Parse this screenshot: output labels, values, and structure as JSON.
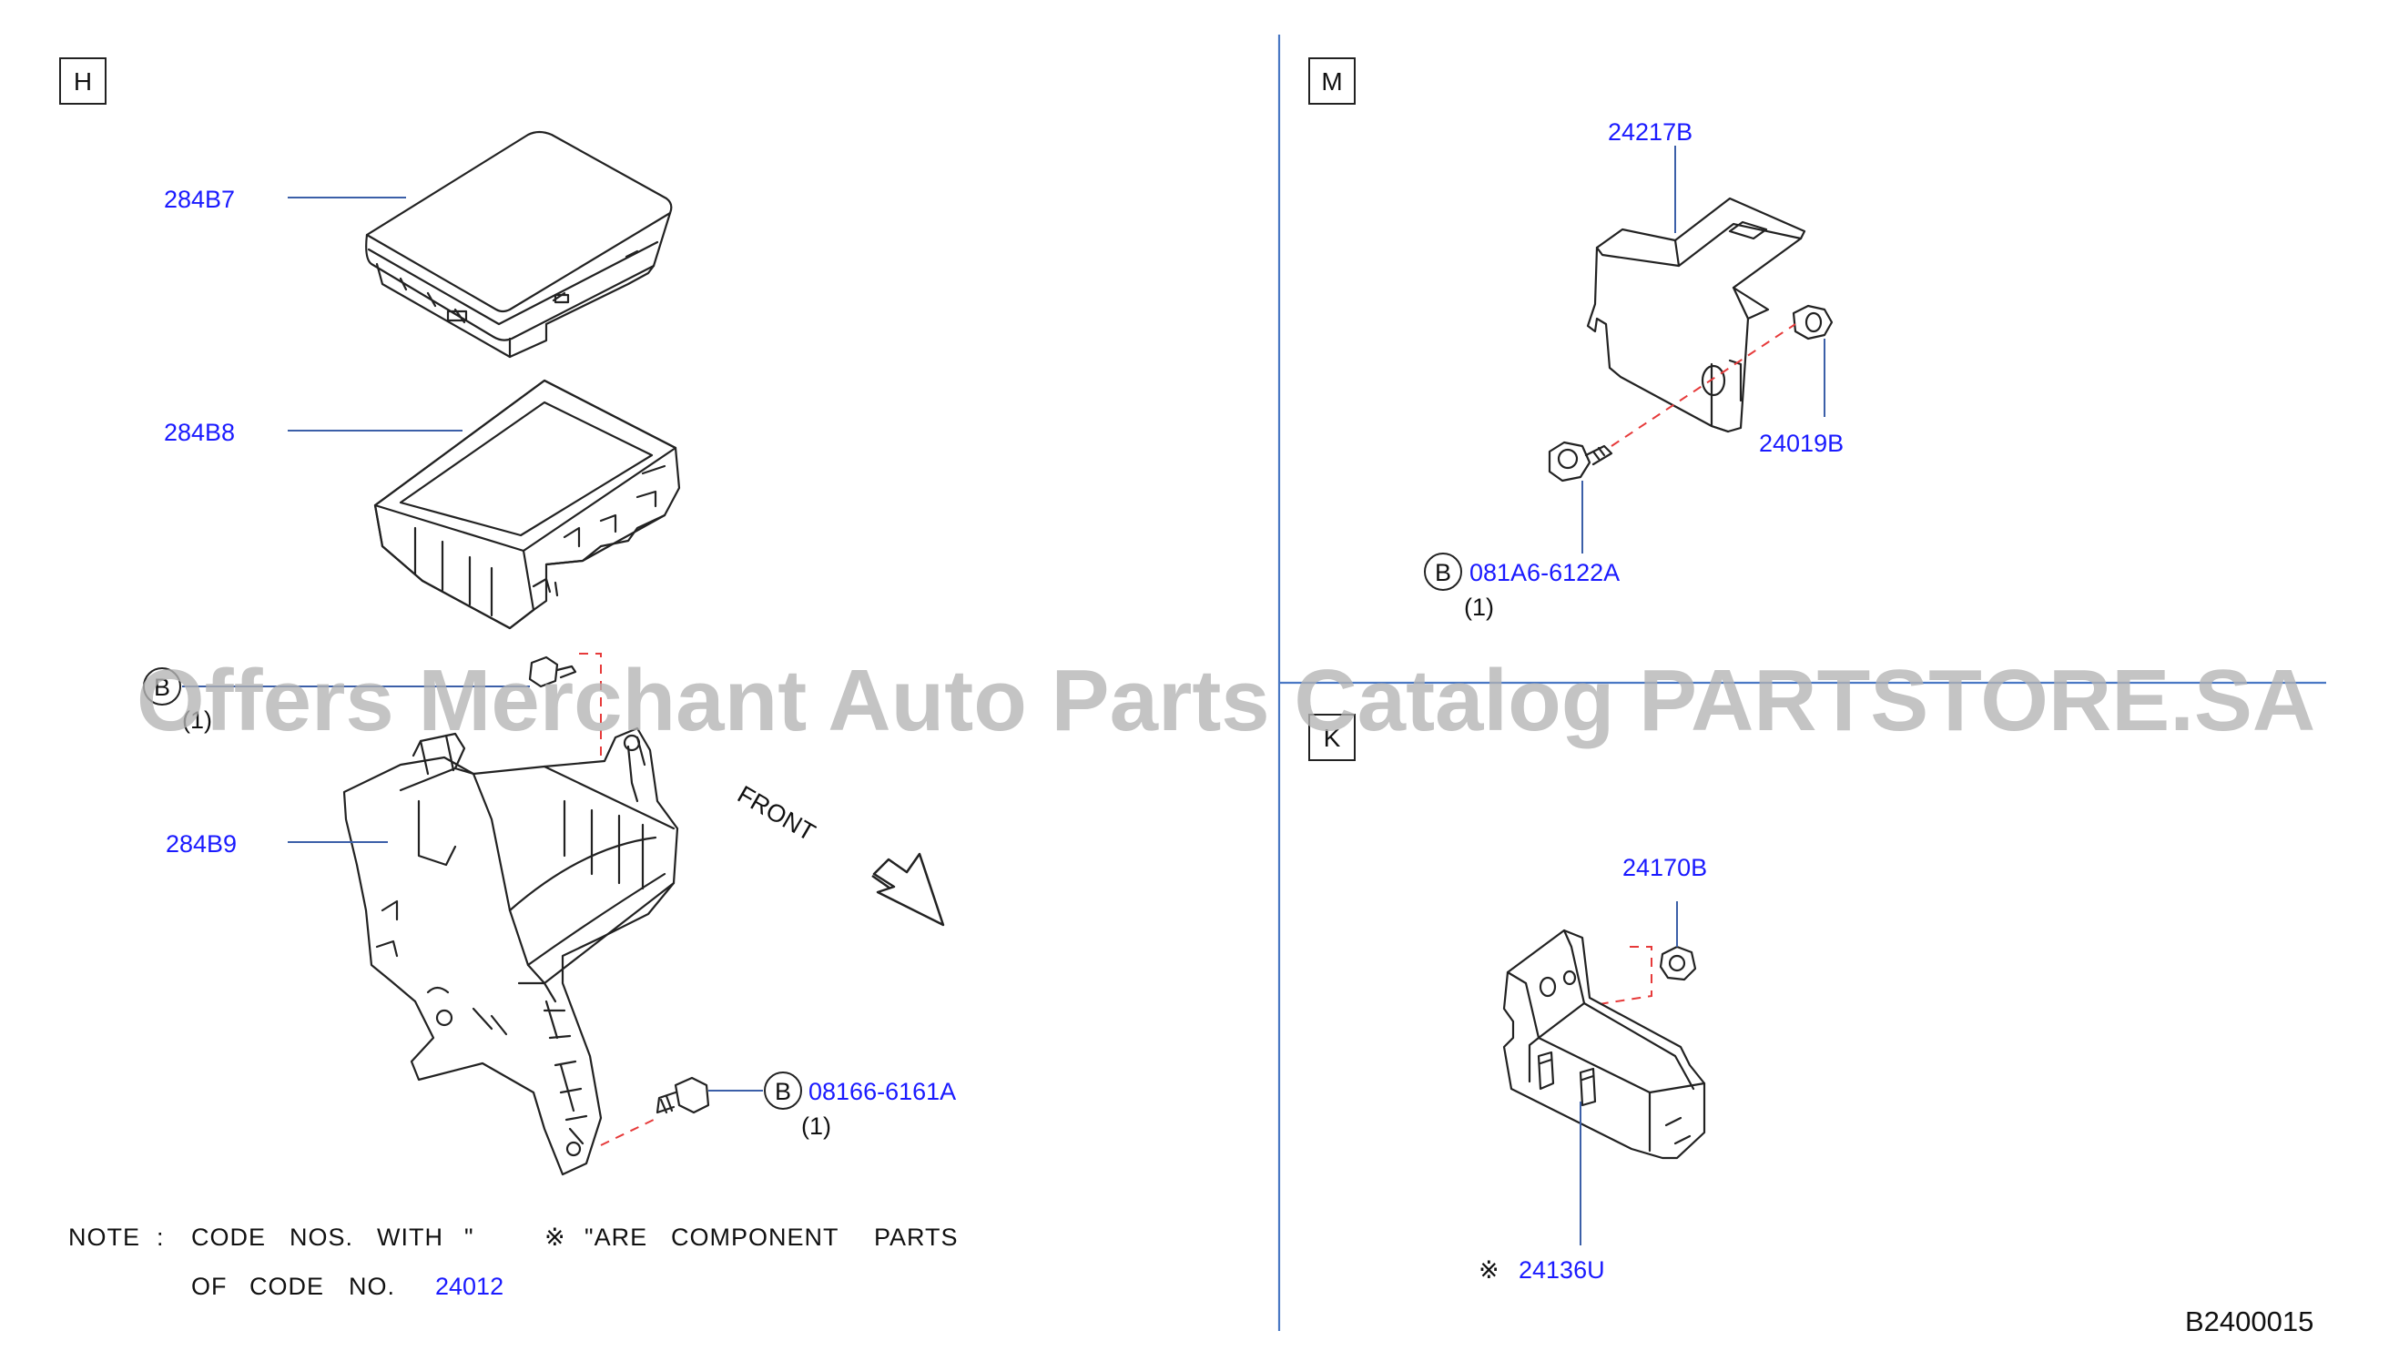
{
  "sections": {
    "h": "H",
    "m": "M",
    "k": "K"
  },
  "parts": {
    "p284B7": "284B7",
    "p284B8": "284B8",
    "p284B9": "284B9",
    "bolt_left_code": "08166-6161A",
    "bolt_left_qty": "(1)",
    "bolt_upper_qty": "(1)",
    "p24217B": "24217B",
    "p24019B": "24019B",
    "bolt_m_code": "081A6-6122A",
    "bolt_m_qty": "(1)",
    "p24170B": "24170B",
    "p24136U": "24136U"
  },
  "symbols": {
    "bolt_marker": "B",
    "component_mark": "※"
  },
  "labels": {
    "front": "FRONT"
  },
  "note": {
    "w1": "NOTE",
    "w2": ":",
    "w3": "CODE",
    "w4": "NOS.",
    "w5": "WITH",
    "w6": "\"",
    "w7": "※",
    "w8": "\"ARE",
    "w9": "COMPONENT",
    "w10": "PARTS",
    "w11": "OF",
    "w12": "CODE",
    "w13": "NO.",
    "code": "24012"
  },
  "diagram_id": "B2400015",
  "watermark": "Offers Merchant Auto Parts Catalog PARTSTORE.SA",
  "colors": {
    "part_link": "#1a1aff",
    "leader": "#3b5fa8",
    "dashed_guide": "#e63a3a",
    "divider": "#4a78c4",
    "watermark": "#b4b4b4"
  }
}
